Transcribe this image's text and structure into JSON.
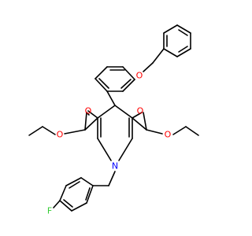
{
  "colors": {
    "bond": "#000000",
    "carbon": "#000000",
    "oxygen": "#ff0000",
    "nitrogen": "#0000ff",
    "fluorine": "#33cc33"
  },
  "atoms": {
    "o_ether": "O",
    "o_left_carbonyl": "O",
    "o_left_ester": "O",
    "o_right_carbonyl": "O",
    "o_right_ester": "O",
    "n_ring": "N",
    "f_sub": "F"
  }
}
